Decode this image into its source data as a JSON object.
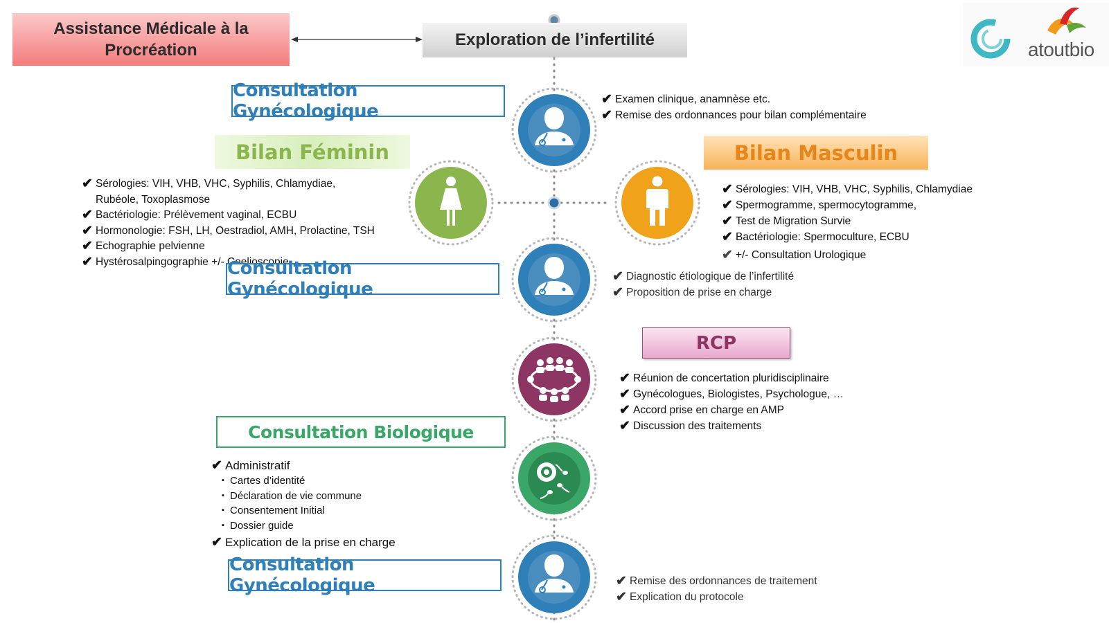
{
  "header": {
    "amp_title_line1": "Assistance Médicale à la",
    "amp_title_line2": "Procréation",
    "exploration_title": "Exploration de l’infertilité"
  },
  "logo": {
    "brand_text": "atoutbio"
  },
  "colors": {
    "gyn_blue": "#2f7fb8",
    "fem_green": "#8bb54d",
    "masc_orange": "#f0a21a",
    "rcp_purple": "#8d3563",
    "bio_green": "#3aa768"
  },
  "consult_gyn_1": {
    "title": "Consultation Gynécologique",
    "icon": "doctor-icon",
    "items": [
      "Examen clinique, anamnèse etc.",
      "Remise des ordonnances pour bilan complémentaire"
    ]
  },
  "bilan_feminin": {
    "title": "Bilan Féminin",
    "icon": "female-icon",
    "items": [
      "Sérologies: VIH, VHB, VHC, Syphilis, Chlamydiae,",
      "Rubéole, Toxoplasmose",
      "Bactériologie: Prélèvement vaginal, ECBU",
      "Hormonologie: FSH, LH, Oestradiol, AMH, Prolactine, TSH",
      "Echographie pelvienne",
      "Hystérosalpingographie +/- Coelioscopie"
    ]
  },
  "bilan_masculin": {
    "title": "Bilan Masculin",
    "icon": "male-icon",
    "items": [
      "Sérologies: VIH, VHB, VHC, Syphilis, Chlamydiae",
      "Spermogramme, spermocytogramme,",
      "Test de Migration Survie",
      "Bactériologie: Spermoculture, ECBU",
      "+/- Consultation Urologique"
    ]
  },
  "consult_gyn_2": {
    "title": "Consultation Gynécologique",
    "icon": "doctor-icon",
    "items": [
      "Diagnostic étiologique de l’infertilité",
      "Proposition de prise en charge"
    ]
  },
  "rcp": {
    "title": "RCP",
    "icon": "meeting-icon",
    "items": [
      "Réunion de concertation pluridisciplinaire",
      "Gynécologues, Biologistes, Psychologue, …",
      "Accord prise en charge en AMP",
      "Discussion des traitements"
    ]
  },
  "consult_bio": {
    "title": "Consultation Biologique",
    "icon": "egg-sperm-icon",
    "item_admin": "Administratif",
    "sub_items": [
      "Cartes d’identité",
      "Déclaration de vie commune",
      "Consentement Initial",
      "Dossier guide"
    ],
    "item_explication": "Explication de la prise en charge"
  },
  "consult_gyn_3": {
    "title": "Consultation Gynécologique",
    "icon": "doctor-icon",
    "items": [
      "Remise des ordonnances de traitement",
      "Explication du protocole"
    ]
  }
}
